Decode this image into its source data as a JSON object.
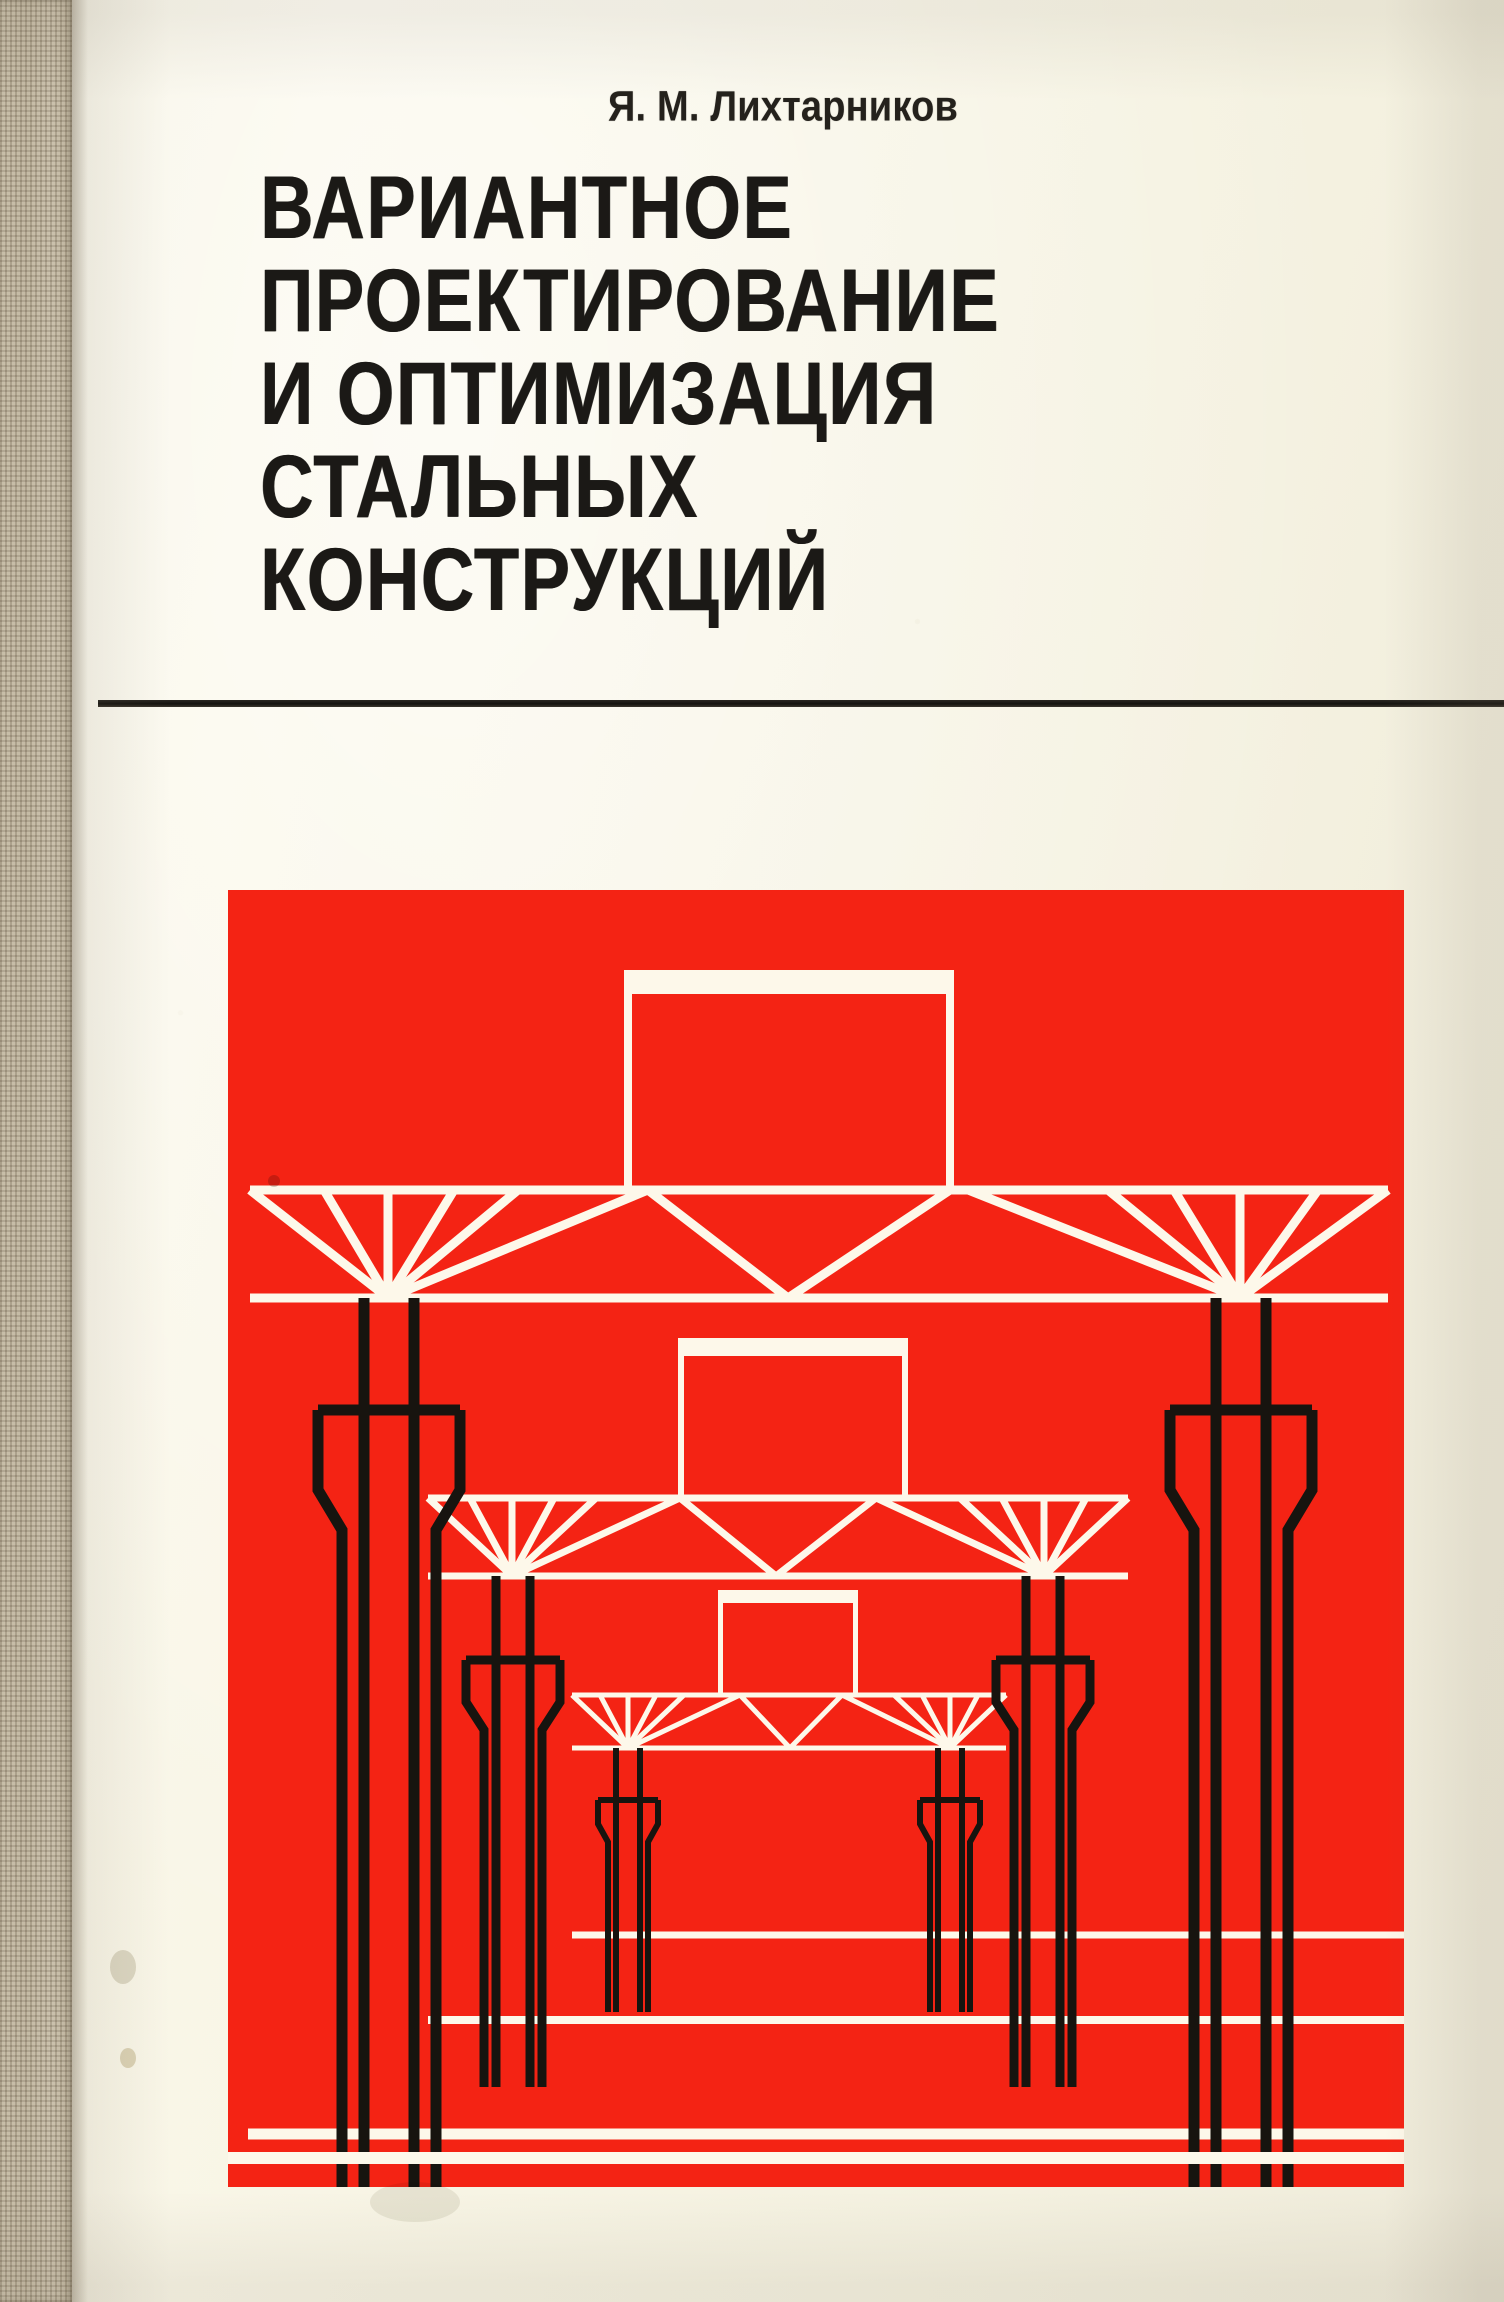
{
  "book": {
    "author": "Я. М. Лихтарников",
    "title_lines": [
      "ВАРИАНТНОЕ",
      "ПРОЕКТИРОВАНИЕ",
      "И ОПТИМИЗАЦИЯ",
      "СТАЛЬНЫХ",
      "КОНСТРУКЦИЙ"
    ],
    "title_full": "ВАРИАНТНОЕ ПРОЕКТИРОВАНИЕ И ОПТИМИЗАЦИЯ СТАЛЬНЫХ КОНСТРУКЦИЙ",
    "language": "ru"
  },
  "colors": {
    "cover_background": "#f7f4e4",
    "spine_cloth": "#c5baa4",
    "illustration_red": "#f42314",
    "illustration_line_white": "#fdf8ea",
    "ink_black": "#1b1916",
    "rule": "#15130f"
  },
  "illustration": {
    "caption": "Nested steel portal frames with lattice trusses and tapered columns, receding in perspective",
    "background": "red panel",
    "frames": [
      {
        "name": "outer-frame",
        "scale": "largest",
        "columns": 2,
        "truss": "lattice girder with fan bracing"
      },
      {
        "name": "middle-frame",
        "scale": "medium",
        "columns": 2,
        "truss": "lattice girder with fan bracing"
      },
      {
        "name": "inner-frame",
        "scale": "small",
        "columns": 2,
        "truss": "lattice girder with fan bracing"
      }
    ],
    "ground_lines": 3
  }
}
